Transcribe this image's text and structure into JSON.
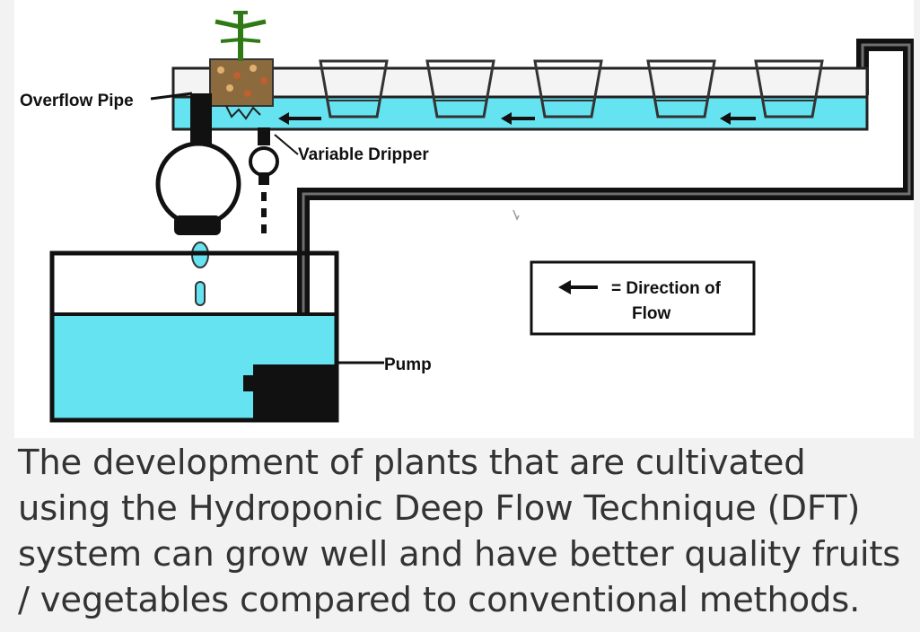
{
  "diagram": {
    "overflow_pipe_label": "Overflow Pipe",
    "variable_dripper_label": "Variable Dripper",
    "pump_label": "Pump",
    "legend": {
      "line1": "= Direction of",
      "line2": "Flow"
    },
    "colors": {
      "water": "#66e3f0",
      "pipe": "#111111",
      "background": "#ffffff"
    }
  },
  "caption": "The development of plants that are cultivated\nusing the Hydroponic Deep Flow Technique (DFT)\nsystem can grow well and have better quality fruits\n/ vegetables compared to conventional methods."
}
